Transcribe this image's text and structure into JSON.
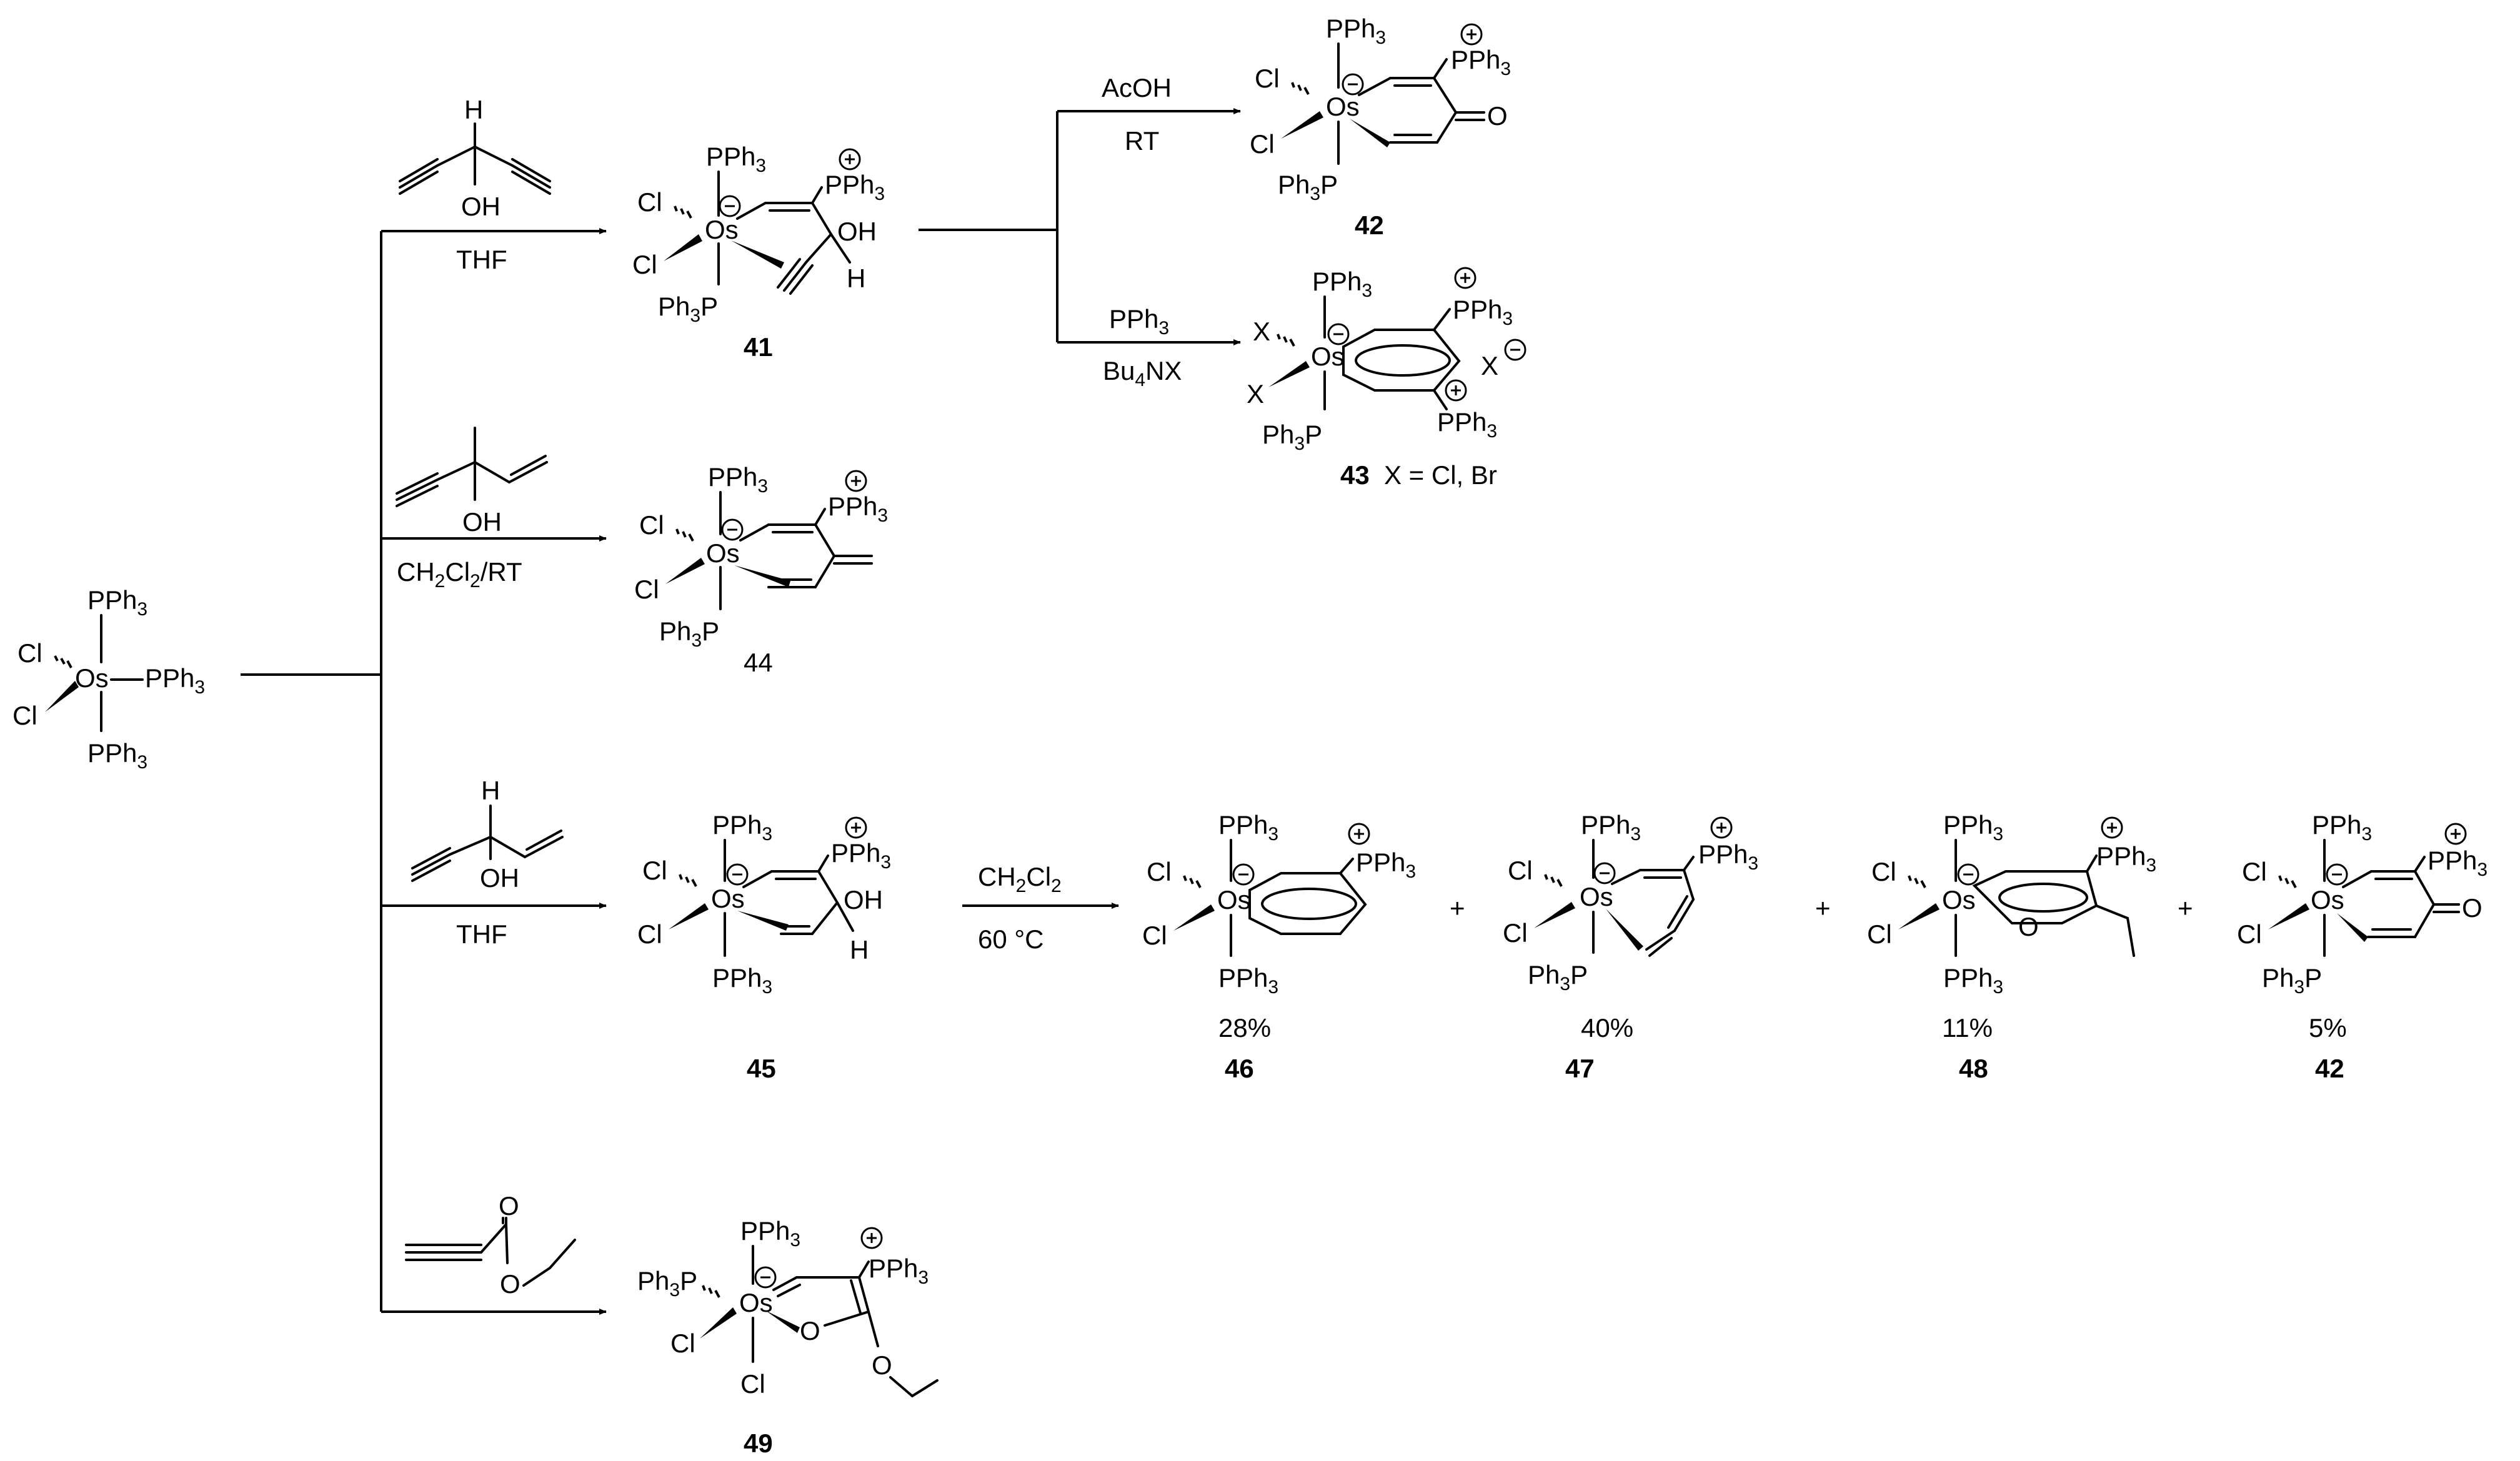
{
  "start": {
    "ligands": [
      "PPh3",
      "PPh3",
      "PPh3",
      "Cl",
      "Cl"
    ],
    "metal": "Os"
  },
  "reagents": {
    "r41": {
      "OH": "OH",
      "H": "H",
      "solvent": "THF"
    },
    "r44": {
      "OH": "OH",
      "solvent": "CH2Cl2/RT"
    },
    "r45": {
      "OH": "OH",
      "H": "H",
      "solvent": "THF"
    },
    "r49": {
      "O": "O"
    },
    "r42": {
      "reagent": "AcOH",
      "cond": "RT"
    },
    "r43": {
      "reagent": "PPh3",
      "cond": "Bu4NX"
    },
    "r46": {
      "solvent": "CH2Cl2",
      "temp": "60 °C"
    }
  },
  "compounds": {
    "c41": {
      "id": "41"
    },
    "c42": {
      "id": "42"
    },
    "c43": {
      "id": "43",
      "note": "X = Cl, Br"
    },
    "c44": {
      "id": "44"
    },
    "c45": {
      "id": "45"
    },
    "c46": {
      "id": "46",
      "yield": "28%"
    },
    "c47": {
      "id": "47",
      "yield": "40%"
    },
    "c48": {
      "id": "48",
      "yield": "11%"
    },
    "c42b": {
      "id": "42",
      "yield": "5%"
    },
    "c49": {
      "id": "49"
    }
  },
  "labels": {
    "metal": "Os",
    "pph3": "PPh3",
    "ph3p": "Ph3P",
    "cl": "Cl",
    "oh": "OH",
    "o": "O",
    "h": "H",
    "x": "X",
    "plus": "+"
  }
}
